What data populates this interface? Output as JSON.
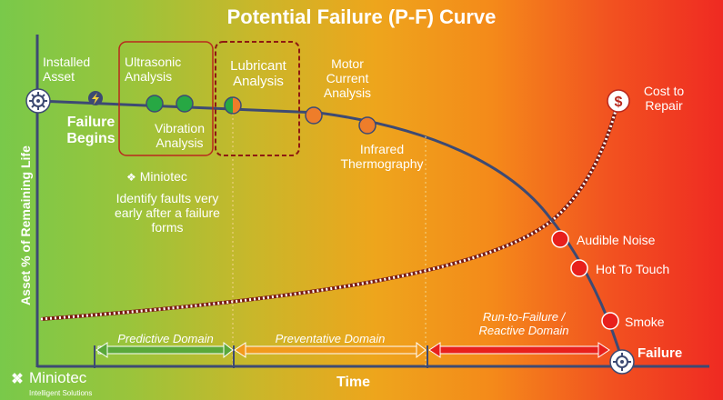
{
  "title": "Potential Failure (P-F) Curve",
  "axes": {
    "y_label": "Asset % of Remaining Life",
    "x_label": "Time"
  },
  "curve_points": {
    "installed_asset": "Installed Asset",
    "failure_begins": "Failure Begins",
    "ultrasonic": "Ultrasonic Analysis",
    "vibration": "Vibration Analysis",
    "lubricant": "Lubricant Analysis",
    "motor_current": "Motor Current Analysis",
    "infrared": "Infrared Thermography",
    "audible_noise": "Audible Noise",
    "hot_to_touch": "Hot To Touch",
    "smoke": "Smoke",
    "failure": "Failure"
  },
  "cost_curve": {
    "label": "Cost to Repair",
    "icon": "dollar-icon"
  },
  "domains": [
    {
      "label": "Predictive Domain",
      "color": "#5aa83a"
    },
    {
      "label": "Preventative Domain",
      "color": "#f29a1c"
    },
    {
      "label": "Run-to-Failure / Reactive Domain",
      "color": "#e8201c"
    }
  ],
  "branding": {
    "mid_name": "Miniotec",
    "mid_note": "Identify faults very early after a failure forms",
    "logo": "Miniotec",
    "logo_sub": "Intelligent Solutions"
  },
  "colors": {
    "curve": "#3d4a73",
    "good_dot": "#27a844",
    "warn_dot": "#ee7d2a",
    "bad_dot": "#e8201c",
    "box_border": "#b9281d"
  }
}
